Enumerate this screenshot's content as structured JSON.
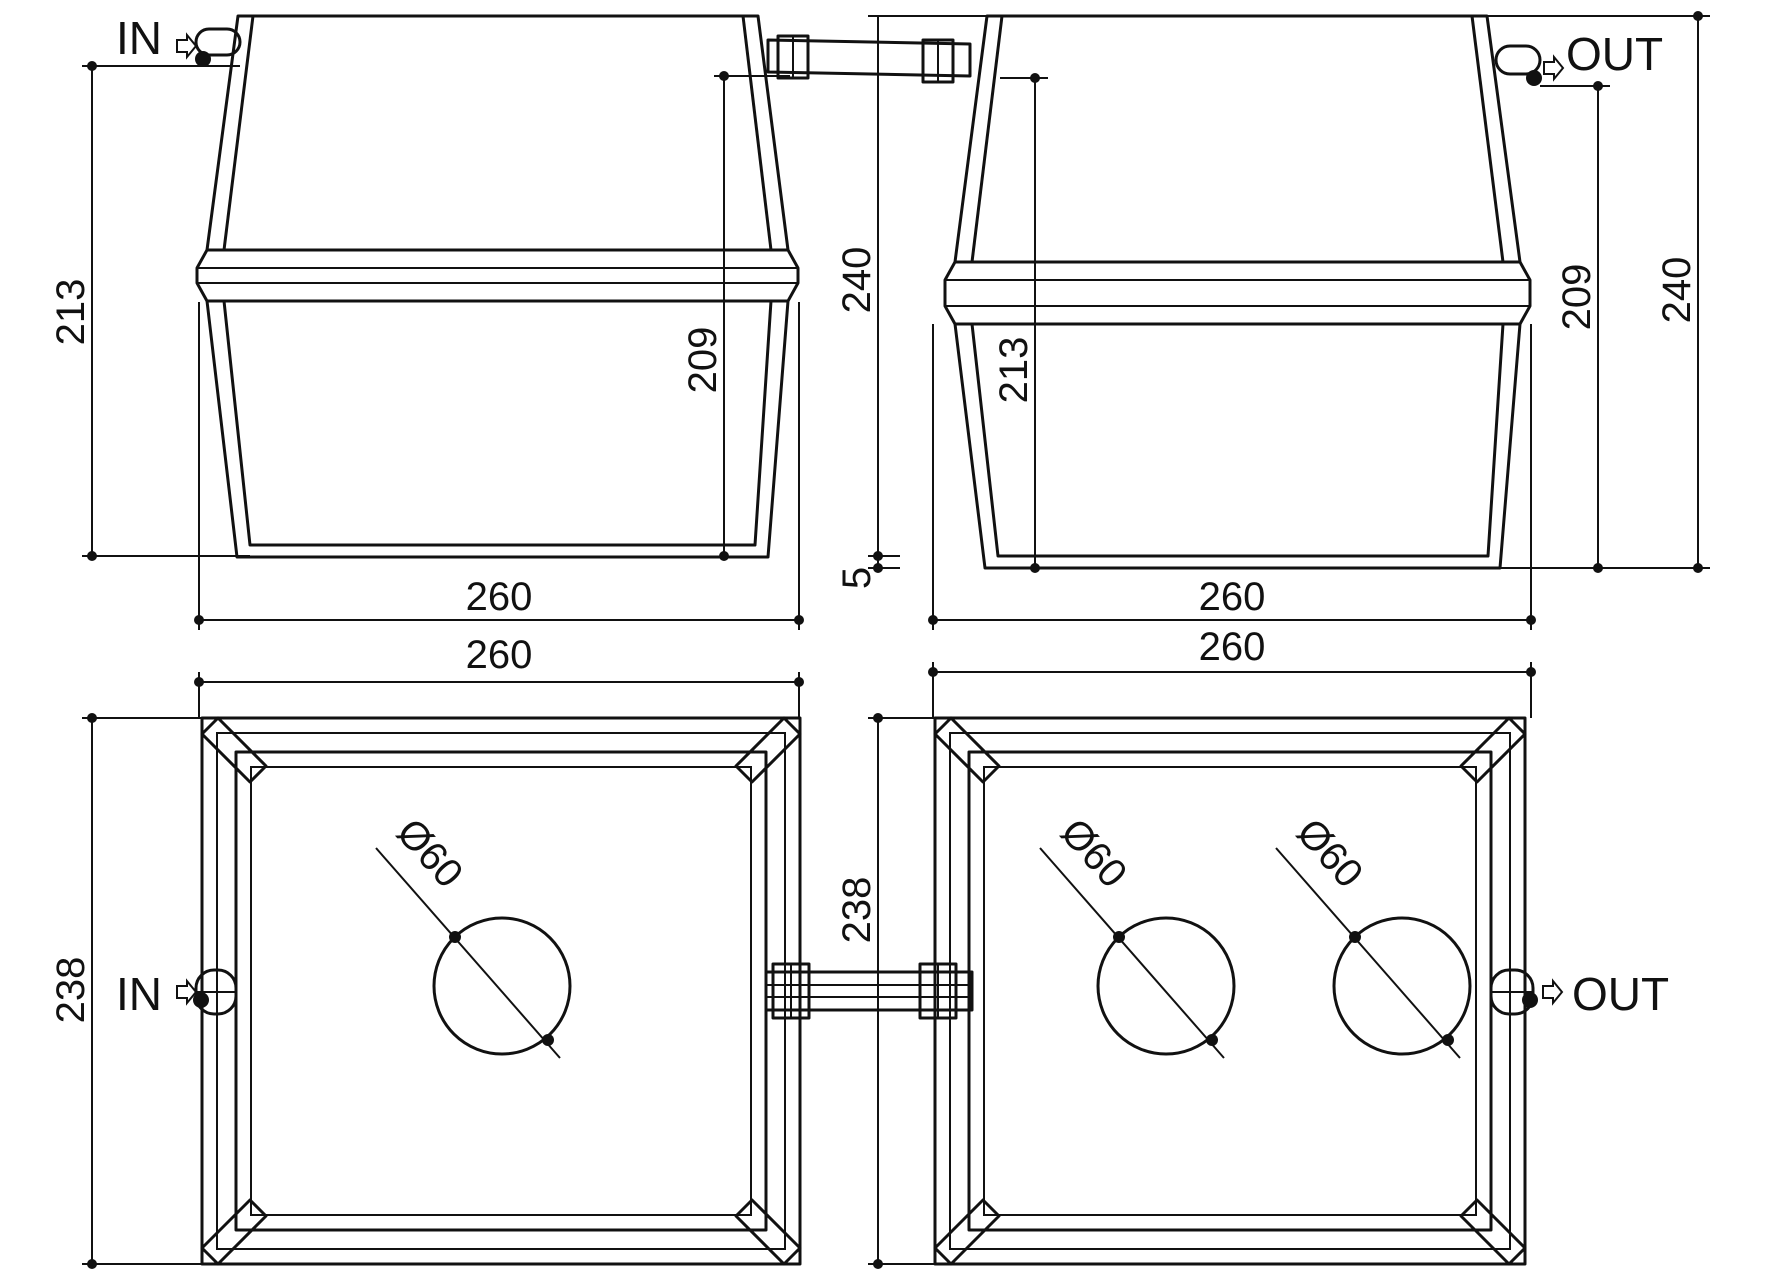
{
  "labels": {
    "inlet_top": "IN",
    "inlet_bottom": "IN",
    "outlet_top": "OUT",
    "outlet_bottom": "OUT"
  },
  "dimensions": {
    "left_height_overall": "213",
    "left_height_inner": "209",
    "left_width_side": "260",
    "left_width_plan": "260",
    "left_depth_plan": "238",
    "right_height_overall": "240",
    "right_height_inner": "213",
    "right_offset": "5",
    "right_height_outlet": "209",
    "right_height_total": "240",
    "right_width_side": "260",
    "right_width_plan": "260",
    "right_depth_plan": "238",
    "hole_left": "Ø60",
    "hole_right_a": "Ø60",
    "hole_right_b": "Ø60"
  }
}
